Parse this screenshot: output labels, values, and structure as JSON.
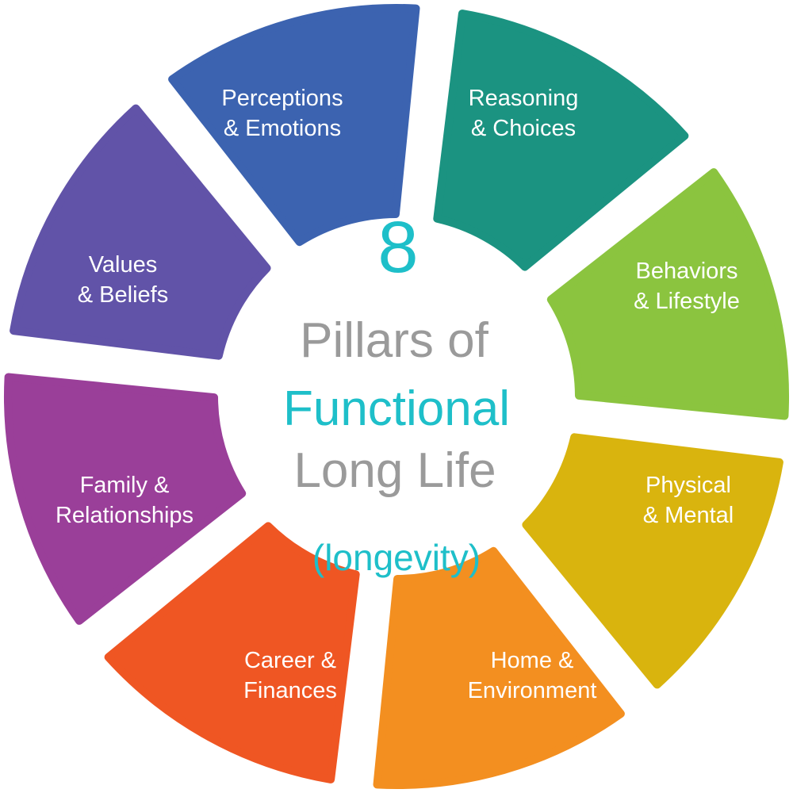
{
  "center": {
    "number": "8",
    "line1": "Pillars of",
    "line2": "Functional",
    "line3": "Long Life",
    "sub": "(longevity)"
  },
  "colors": {
    "accent": "#1ebfc9",
    "gray": "#9a9a9a"
  },
  "pillars": [
    {
      "line1": "Perceptions",
      "line2": "& Emotions",
      "color": "#3c63b0"
    },
    {
      "line1": "Reasoning",
      "line2": "& Choices",
      "color": "#1b9381"
    },
    {
      "line1": "Behaviors",
      "line2": "& Lifestyle",
      "color": "#8bc43f"
    },
    {
      "line1": "Physical",
      "line2": "& Mental",
      "color": "#d9b40e"
    },
    {
      "line1": "Home &",
      "line2": "Environment",
      "color": "#f38f20"
    },
    {
      "line1": "Career &",
      "line2": "Finances",
      "color": "#ef5623"
    },
    {
      "line1": "Family &",
      "line2": "Relationships",
      "color": "#9a3f99"
    },
    {
      "line1": "Values",
      "line2": "& Beliefs",
      "color": "#6153a8"
    }
  ]
}
